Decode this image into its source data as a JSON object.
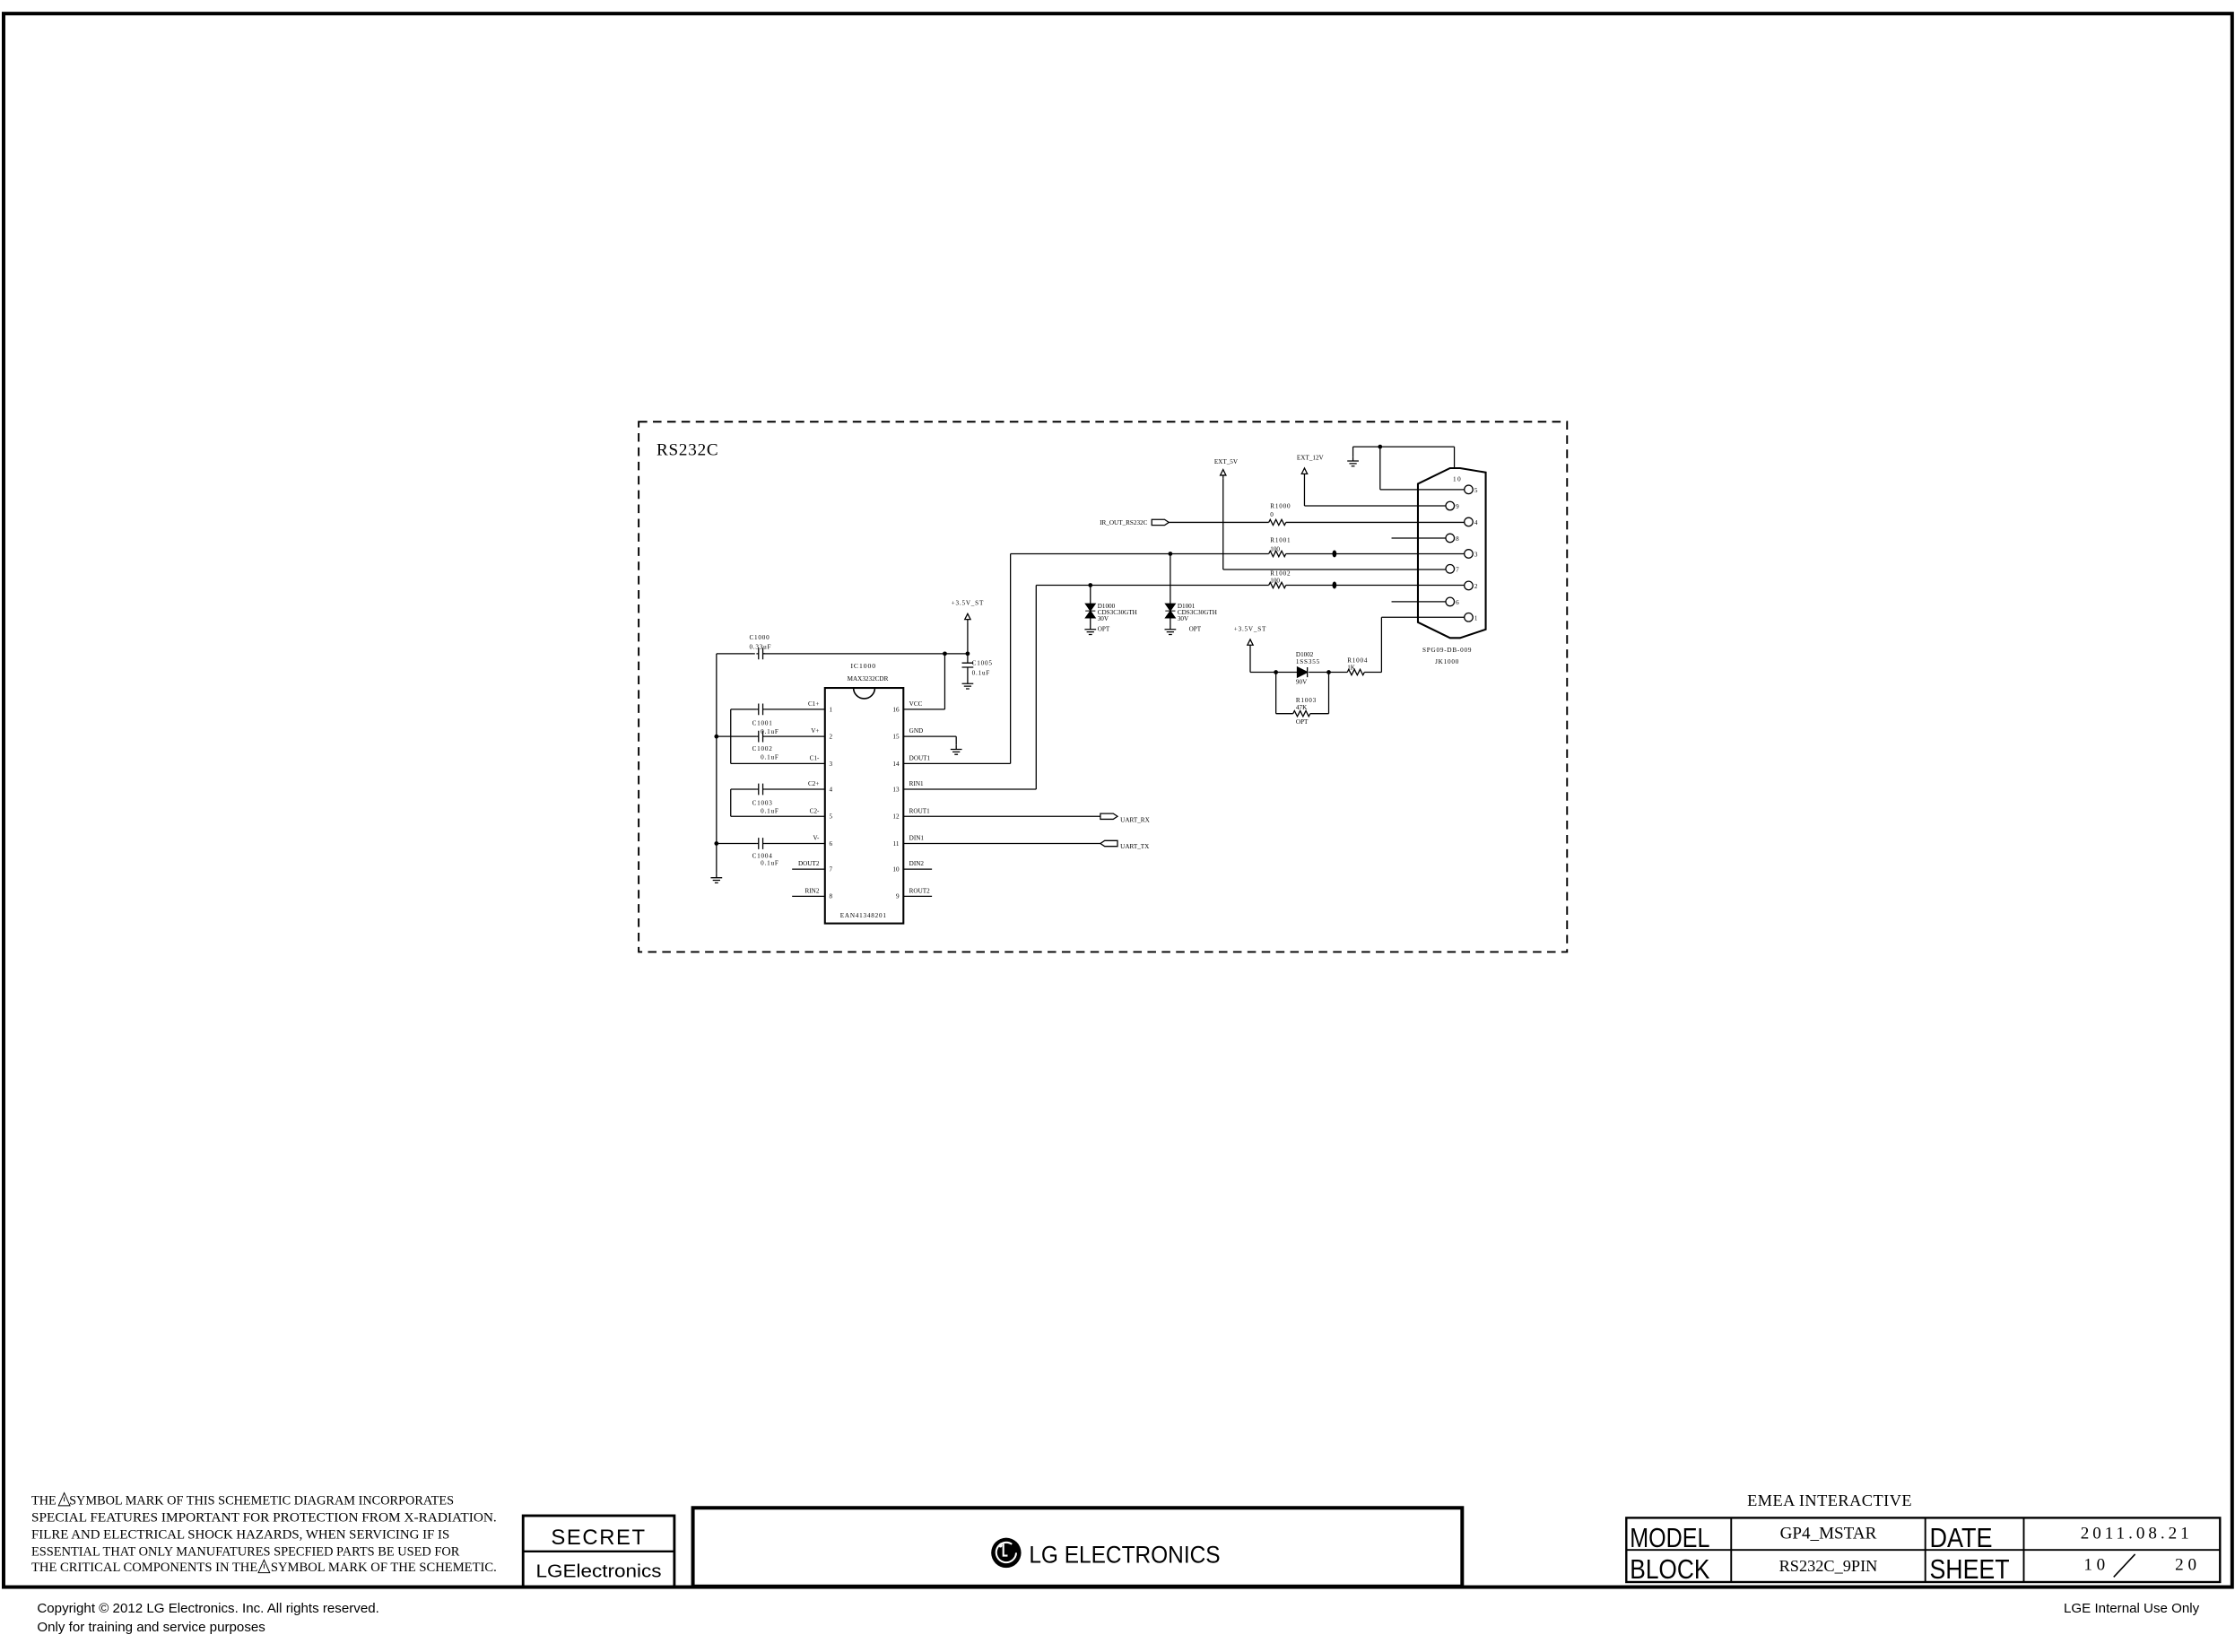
{
  "sheet": {
    "title": "RS232C"
  },
  "ic": {
    "ref": "IC1000",
    "part": "MAX3232CDR",
    "code": "EAN41348201",
    "left_pins": [
      {
        "num": "1",
        "name": "C1+"
      },
      {
        "num": "2",
        "name": "V+"
      },
      {
        "num": "3",
        "name": "C1-"
      },
      {
        "num": "4",
        "name": "C2+"
      },
      {
        "num": "5",
        "name": "C2-"
      },
      {
        "num": "6",
        "name": "V-"
      },
      {
        "num": "7",
        "name": "DOUT2"
      },
      {
        "num": "8",
        "name": "RIN2"
      }
    ],
    "right_pins": [
      {
        "num": "16",
        "name": "VCC"
      },
      {
        "num": "15",
        "name": "GND"
      },
      {
        "num": "14",
        "name": "DOUT1"
      },
      {
        "num": "13",
        "name": "RIN1"
      },
      {
        "num": "12",
        "name": "ROUT1"
      },
      {
        "num": "11",
        "name": "DIN1"
      },
      {
        "num": "10",
        "name": "DIN2"
      },
      {
        "num": "9",
        "name": "ROUT2"
      }
    ]
  },
  "nets": {
    "vcc_st_1": "+3.5V_ST",
    "vcc_st_2": "+3.5V_ST",
    "ext_5v": "EXT_5V",
    "ext_12v": "EXT_12V",
    "ir_out": "IR_OUT_RS232C",
    "uart_rx": "UART_RX",
    "uart_tx": "UART_TX"
  },
  "components": {
    "C1000": {
      "ref": "C1000",
      "value": "0.33uF"
    },
    "C1001": {
      "ref": "C1001",
      "value": "0.1uF"
    },
    "C1002": {
      "ref": "C1002",
      "value": "0.1uF"
    },
    "C1003": {
      "ref": "C1003",
      "value": "0.1uF"
    },
    "C1004": {
      "ref": "C1004",
      "value": "0.1uF"
    },
    "C1005": {
      "ref": "C1005",
      "value": "0.1uF"
    },
    "R1000": {
      "ref": "R1000",
      "value": "0"
    },
    "R1001": {
      "ref": "R1001",
      "value": "100"
    },
    "R1002": {
      "ref": "R1002",
      "value": "100"
    },
    "R1003": {
      "ref": "R1003",
      "value": "47K",
      "option": "OPT"
    },
    "R1004": {
      "ref": "R1004",
      "value": "1K"
    },
    "D1000": {
      "ref": "D1000",
      "part": "CDS3C30GTH",
      "rating": "30V",
      "option": "OPT"
    },
    "D1001": {
      "ref": "D1001",
      "part": "CDS3C30GTH",
      "rating": "30V",
      "option": "OPT"
    },
    "D1002": {
      "ref": "D1002",
      "part": "1SS355",
      "rating": "90V"
    }
  },
  "connector": {
    "ref": "JK1000",
    "part": "SPG09-DB-009",
    "shell": "10",
    "pins": [
      "5",
      "9",
      "4",
      "8",
      "3",
      "7",
      "2",
      "6",
      "1"
    ]
  },
  "footer": {
    "warning_lines": [
      "THE    SYMBOL MARK OF THIS SCHEMETIC DIAGRAM INCORPORATES",
      "SPECIAL FEATURES IMPORTANT FOR PROTECTION FROM X-RADIATION.",
      "FILRE AND ELECTRICAL SHOCK HAZARDS, WHEN SERVICING IF IS",
      "ESSENTIAL THAT ONLY MANUFATURES SPECFIED PARTS BE USED FOR",
      "THE CRITICAL COMPONENTS IN THE    SYMBOL MARK OF THE SCHEMETIC."
    ],
    "secret": "SECRET",
    "secret_company": "LGElectronics",
    "logo_text": "LG ELECTRONICS",
    "project": "EMEA INTERACTIVE",
    "model_label": "MODEL",
    "model": "GP4_MSTAR",
    "date_label": "DATE",
    "date": "2011.08.21",
    "block_label": "BLOCK",
    "block": "RS232C_9PIN",
    "sheet_label": "SHEET",
    "sheet_num": "10",
    "sheet_total": "20",
    "copyright": "Copyright © 2012 LG Electronics. Inc. All rights reserved.",
    "training": "Only for training and service purposes",
    "internal": "LGE Internal Use Only"
  }
}
